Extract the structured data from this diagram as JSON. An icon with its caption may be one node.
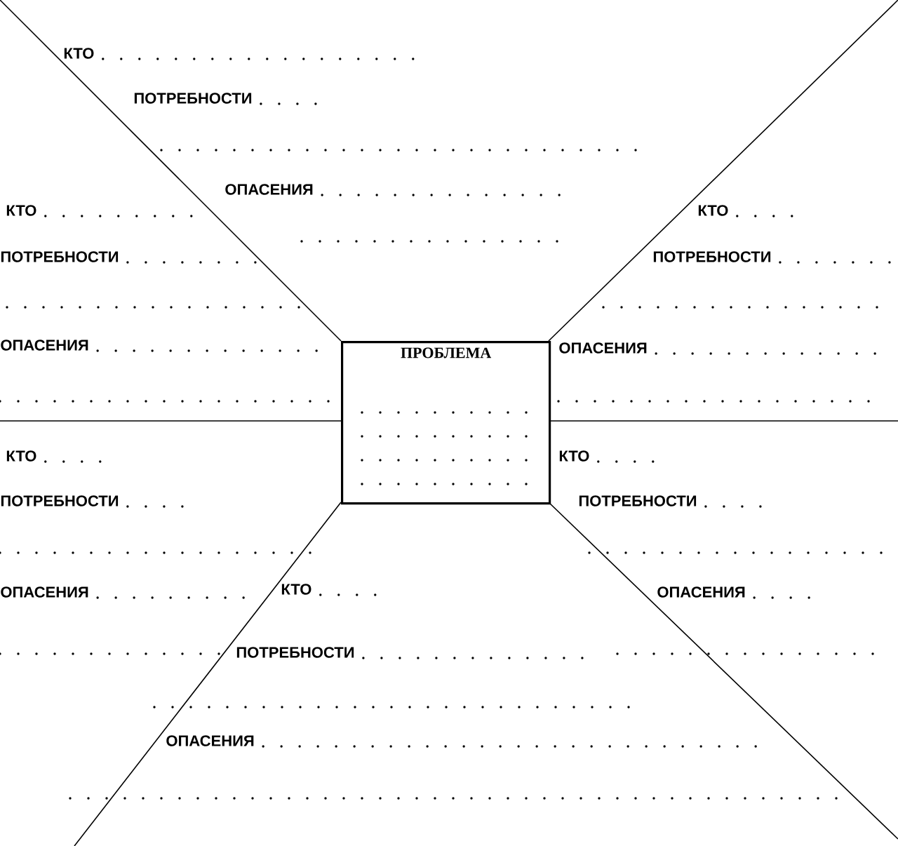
{
  "diagram": {
    "nodes": [
      {
        "text": [
          "ПРОБЛЕМА"
        ]
      }
    ],
    "labels": [
      "КТО",
      "ПОТРЕБНОСТИ",
      "ОПАСЕНИЯ",
      "КТО",
      "ПОТРЕБНОСТИ",
      "ОПАСЕНИЯ",
      "КТО",
      "ПОТРЕБНОСТИ",
      "ОПАСЕНИЯ",
      "КТО",
      "ПОТРЕБНОСТИ",
      "ОПАСЕНИЯ",
      "КТО",
      "ПОТРЕБНОСТИ",
      "ОПАСЕНИЯ",
      "КТО",
      "ПОТРЕБНОСТИ",
      "ОПАСЕНИЯ"
    ]
  }
}
